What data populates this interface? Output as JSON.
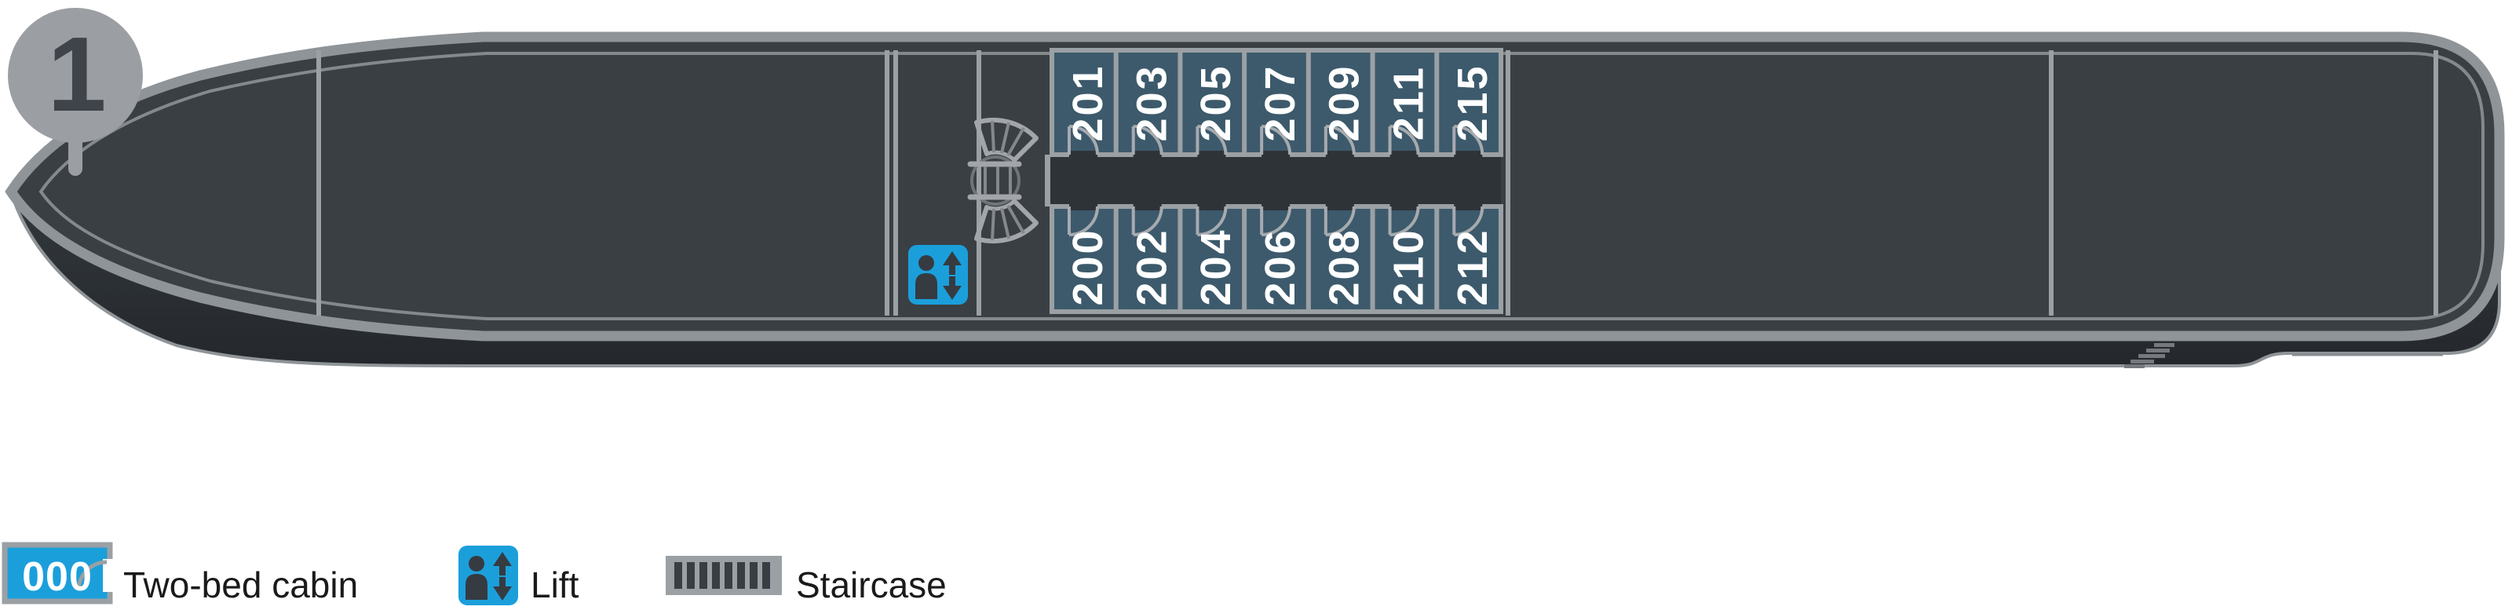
{
  "deck": {
    "number": "1"
  },
  "ship": {
    "cabin_rows": {
      "top": [
        "201",
        "203",
        "205",
        "207",
        "209",
        "211",
        "215"
      ],
      "bottom": [
        "200",
        "202",
        "204",
        "206",
        "208",
        "210",
        "212"
      ]
    }
  },
  "legend": {
    "two_bed": {
      "sample_number": "000",
      "label": "Two-bed cabin"
    },
    "lift": {
      "label": "Lift"
    },
    "staircase": {
      "label": "Staircase"
    }
  },
  "icons": {
    "lift": "lift-icon",
    "staircase": "staircase-icon",
    "deck_marker": "deck-pin-icon"
  },
  "colors": {
    "cabin_fill": "#3c5a6c",
    "accent_blue": "#1b9fdb",
    "hull_fill": "#3a3f44",
    "hull_outline": "#8f9498",
    "wall_gray": "#9aa0a4",
    "corridor_fill": "#2e3338",
    "icon_figure": "#353b41",
    "legend_text": "#1a1a1a",
    "number_white": "#ffffff",
    "marker_gray": "#9b9ea2",
    "marker_text": "#3f444a"
  }
}
